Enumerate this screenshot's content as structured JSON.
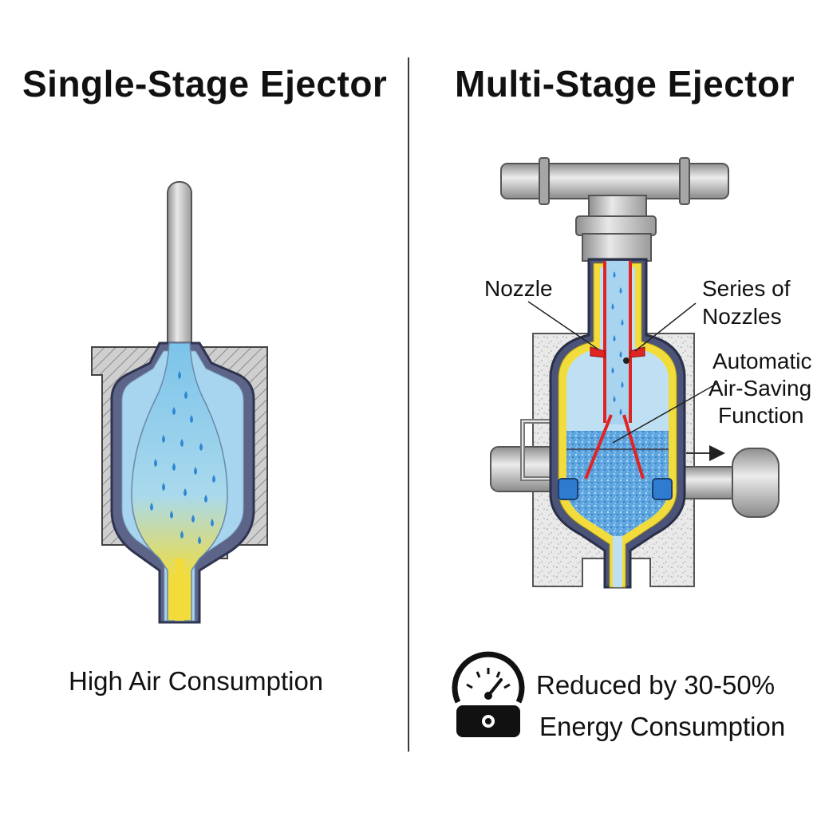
{
  "left_panel": {
    "title": "Single-Stage Ejector",
    "caption": "High Air Consumption"
  },
  "right_panel": {
    "title": "Multi-Stage Ejector",
    "labels": {
      "nozzle": "Nozzle",
      "series_of_nozzles_1": "Series of",
      "series_of_nozzles_2": "Nozzles",
      "air_saving_1": "Automatic",
      "air_saving_2": "Air-Saving",
      "air_saving_3": "Function"
    },
    "caption_line1": "Reduced by 30-50%",
    "caption_line2": "Energy Consumption"
  },
  "icons": [
    "gauge-icon",
    "arrow-right-icon"
  ],
  "colors": {
    "fluid_blue": "#7cc3ea",
    "fluid_yellow": "#f2dc3c",
    "steel": "#b8b8b8",
    "housing_outline": "#4b5378",
    "jet_red": "#e02424",
    "droplet": "#2e86d4"
  }
}
